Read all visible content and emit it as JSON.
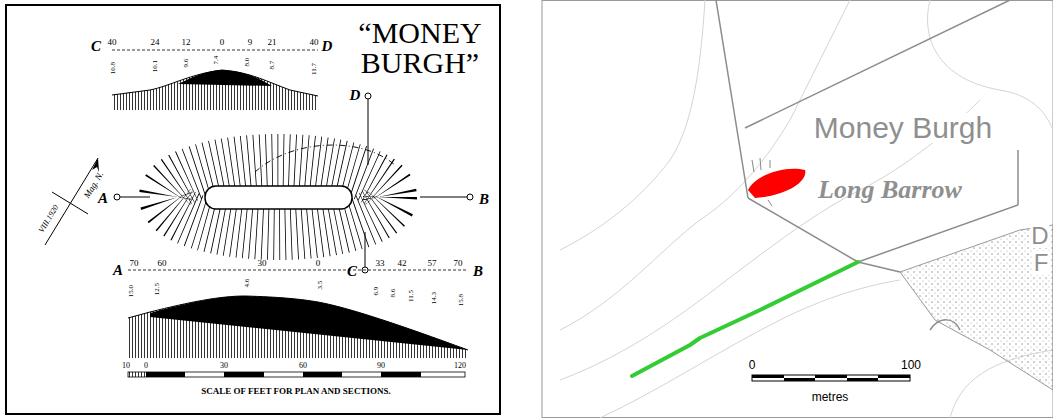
{
  "diagram": {
    "title": "“MONEY BURGH”",
    "labels": [
      "C",
      "D",
      "40",
      "24",
      "12",
      "0",
      "9",
      "21",
      "40",
      "10.8",
      "10.1",
      "9.6",
      "7.4",
      "8.0",
      "8.7",
      "11.7",
      "D",
      "A",
      "B",
      "Mag. N.",
      "VIII.1920",
      "C",
      "A",
      "B",
      "70",
      "60",
      "30",
      "0",
      "33",
      "42",
      "57",
      "70",
      "15.0",
      "12.5",
      "4.6",
      "3.5",
      "6.9",
      "8.6",
      "11.5",
      "14.3",
      "15.8",
      "10",
      "0",
      "30",
      "60",
      "90",
      "120",
      "SCALE OF FEET FOR PLAN AND SECTIONS.",
      "Money Burgh",
      "Long Barrow",
      "0",
      "100",
      "metres",
      "D",
      "F"
    ]
  }
}
